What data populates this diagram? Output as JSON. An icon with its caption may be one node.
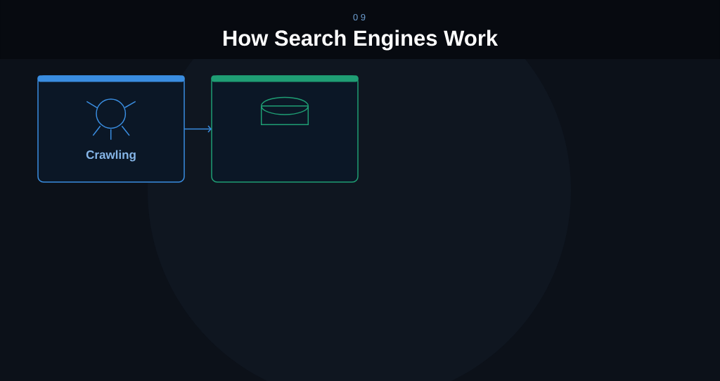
{
  "diagram": {
    "title": "How Search Engines Work",
    "nodes": [
      {
        "text": [
          "Crawling"
        ]
      },
      {
        "text": [],
        "shape": "box"
      }
    ],
    "edges": [
      {
        "from": 0,
        "to": 1,
        "arrow": "to"
      }
    ],
    "labels": [
      "0 9"
    ]
  }
}
